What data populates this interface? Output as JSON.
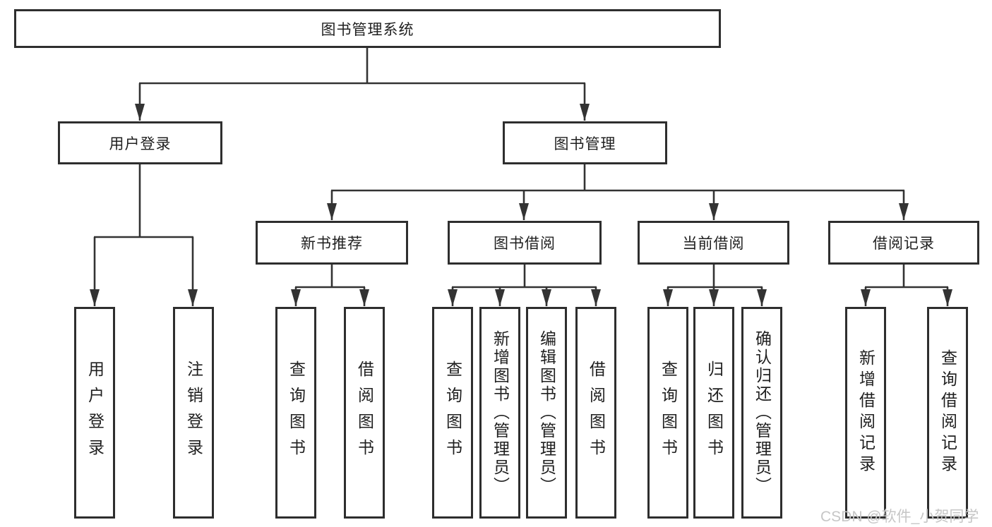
{
  "root": {
    "label": "图书管理系统"
  },
  "branches": [
    {
      "label": "用户登录",
      "children": [
        {
          "label": "用户登录"
        },
        {
          "label": "注销登录"
        }
      ]
    },
    {
      "label": "图书管理",
      "children": [
        {
          "label": "新书推荐",
          "children": [
            {
              "label": "查询图书"
            },
            {
              "label": "借阅图书"
            }
          ]
        },
        {
          "label": "图书借阅",
          "children": [
            {
              "label": "查询图书"
            },
            {
              "label": "新增图书（管理员）"
            },
            {
              "label": "编辑图书（管理员）"
            },
            {
              "label": "借阅图书"
            }
          ]
        },
        {
          "label": "当前借阅",
          "children": [
            {
              "label": "查询图书"
            },
            {
              "label": "归还图书"
            },
            {
              "label": "确认归还（管理员）"
            }
          ]
        },
        {
          "label": "借阅记录",
          "children": [
            {
              "label": "新增借阅记录"
            },
            {
              "label": "查询借阅记录"
            }
          ]
        }
      ]
    }
  ],
  "watermark": "CSDN @软件_小贺同学",
  "colors": {
    "line": "#333333",
    "box_border": "#2e2e2e",
    "text": "#1f1f1f",
    "watermark": "#c6c6c6",
    "background": "#ffffff"
  }
}
